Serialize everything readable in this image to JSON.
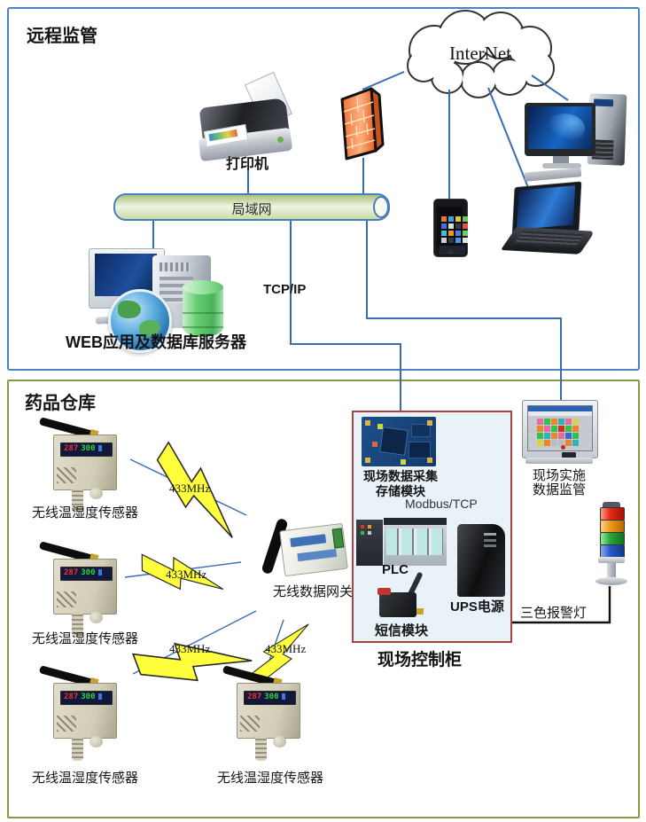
{
  "colors": {
    "line_blue": "#3a6cb5",
    "remote_box_border": "#4f81bd",
    "warehouse_box_border": "#8a9747",
    "cabinet_border": "#a94442",
    "bolt_yellow": "#ffff3d"
  },
  "remote_zone": {
    "title": "远程监管",
    "internet_label": "InterNet",
    "printer_label": "打印机",
    "lan_label": "局域网",
    "web_server_label": "WEB应用及数据库服务器",
    "tcpip_label": "TCP/IP"
  },
  "warehouse_zone": {
    "title": "药品仓库",
    "sensors": [
      {
        "label": "无线温湿度传感器",
        "freq": "433MHz"
      },
      {
        "label": "无线温湿度传感器",
        "freq": "433MHz"
      },
      {
        "label": "无线温湿度传感器",
        "freq": "433MHz"
      },
      {
        "label": "无线温湿度传感器",
        "freq": "433MHz"
      }
    ],
    "sensor_display": {
      "temperature": "287",
      "humidity": "300"
    },
    "gateway_label": "无线数据网关",
    "cabinet": {
      "title": "现场控制柜",
      "daq_line1": "现场数据采集",
      "daq_line2": "存储模块",
      "modbus_label": "Modbus/TCP",
      "plc_label": "PLC",
      "ups_label": "UPS电源",
      "sms_label": "短信模块"
    },
    "hmi_label_line1": "现场实施",
    "hmi_label_line2": "数据监管",
    "alarm_label": "三色报警灯"
  }
}
